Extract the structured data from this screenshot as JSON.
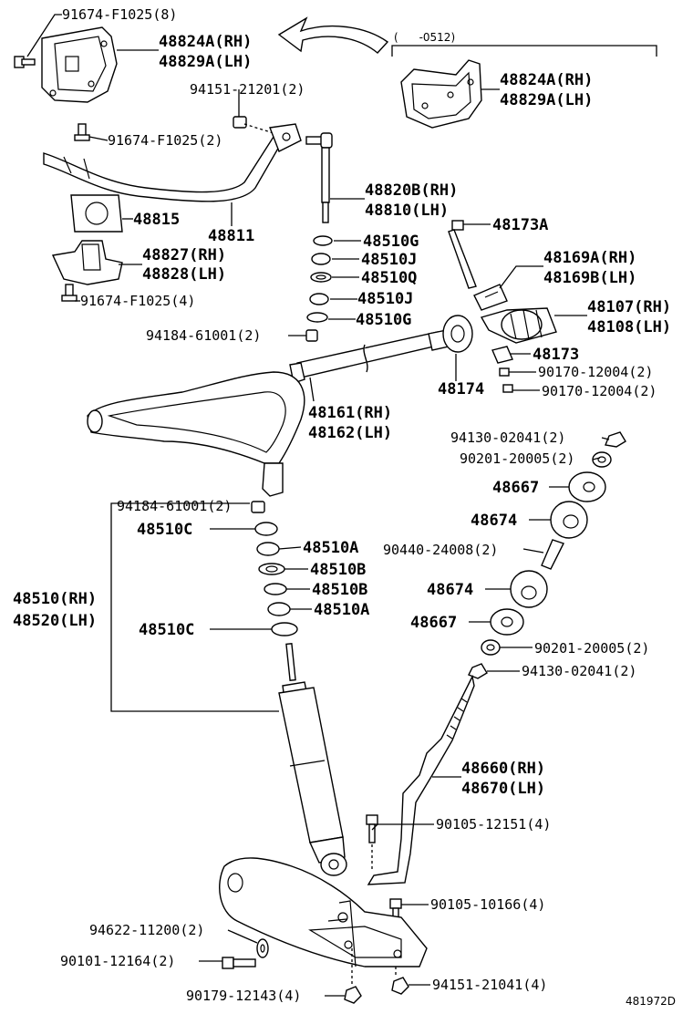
{
  "labels": {
    "p91674_f1025_8": "91674-F1025(8)",
    "p48824a_rh": "48824A(RH)",
    "p48829a_lh": "48829A(LH)",
    "date_note": "(      -0512)",
    "p48824a_rh_2": "48824A(RH)",
    "p48829a_lh_2": "48829A(LH)",
    "p94151_21201_2": "94151-21201(2)",
    "p91674_f1025_2": "91674-F1025(2)",
    "p48820b_rh": "48820B(RH)",
    "p48810_lh": "48810(LH)",
    "p48815": "48815",
    "p48811": "48811",
    "p48173a": "48173A",
    "p48510g_top": "48510G",
    "p48827_rh": "48827(RH)",
    "p48828_lh": "48828(LH)",
    "p48510j_top": "48510J",
    "p48169a_rh": "48169A(RH)",
    "p48510q": "48510Q",
    "p48169b_lh": "48169B(LH)",
    "p91674_f1025_4": "91674-F1025(4)",
    "p48510j_2": "48510J",
    "p48107_rh": "48107(RH)",
    "p48510g_2": "48510G",
    "p48108_lh": "48108(LH)",
    "p94184_61001_2_top": "94184-61001(2)",
    "p48173": "48173",
    "p90170_12004_2_a": "90170-12004(2)",
    "p48174": "48174",
    "p90170_12004_2_b": "90170-12004(2)",
    "p48161_rh": "48161(RH)",
    "p48162_lh": "48162(LH)",
    "p94130_02041_2_top": "94130-02041(2)",
    "p90201_20005_2_top": "90201-20005(2)",
    "p48667_top": "48667",
    "p94184_61001_2_mid": "94184-61001(2)",
    "p48510c_top": "48510C",
    "p48674_top": "48674",
    "p48510a_top": "48510A",
    "p90440_24008_2": "90440-24008(2)",
    "p48510b_top": "48510B",
    "p48510_rh": "48510(RH)",
    "p48510b_2": "48510B",
    "p48674_2": "48674",
    "p48520_lh": "48520(LH)",
    "p48510a_2": "48510A",
    "p48667_2": "48667",
    "p48510c_2": "48510C",
    "p90201_20005_2_bot": "90201-20005(2)",
    "p94130_02041_2_bot": "94130-02041(2)",
    "p48660_rh": "48660(RH)",
    "p48670_lh": "48670(LH)",
    "p90105_12151_4": "90105-12151(4)",
    "p90105_10166_4": "90105-10166(4)",
    "p94622_11200_2": "94622-11200(2)",
    "p90101_12164_2": "90101-12164(2)",
    "p90179_12143_4": "90179-12143(4)",
    "p94151_21041_4": "94151-21041(4)",
    "ref_code": "481972D"
  }
}
